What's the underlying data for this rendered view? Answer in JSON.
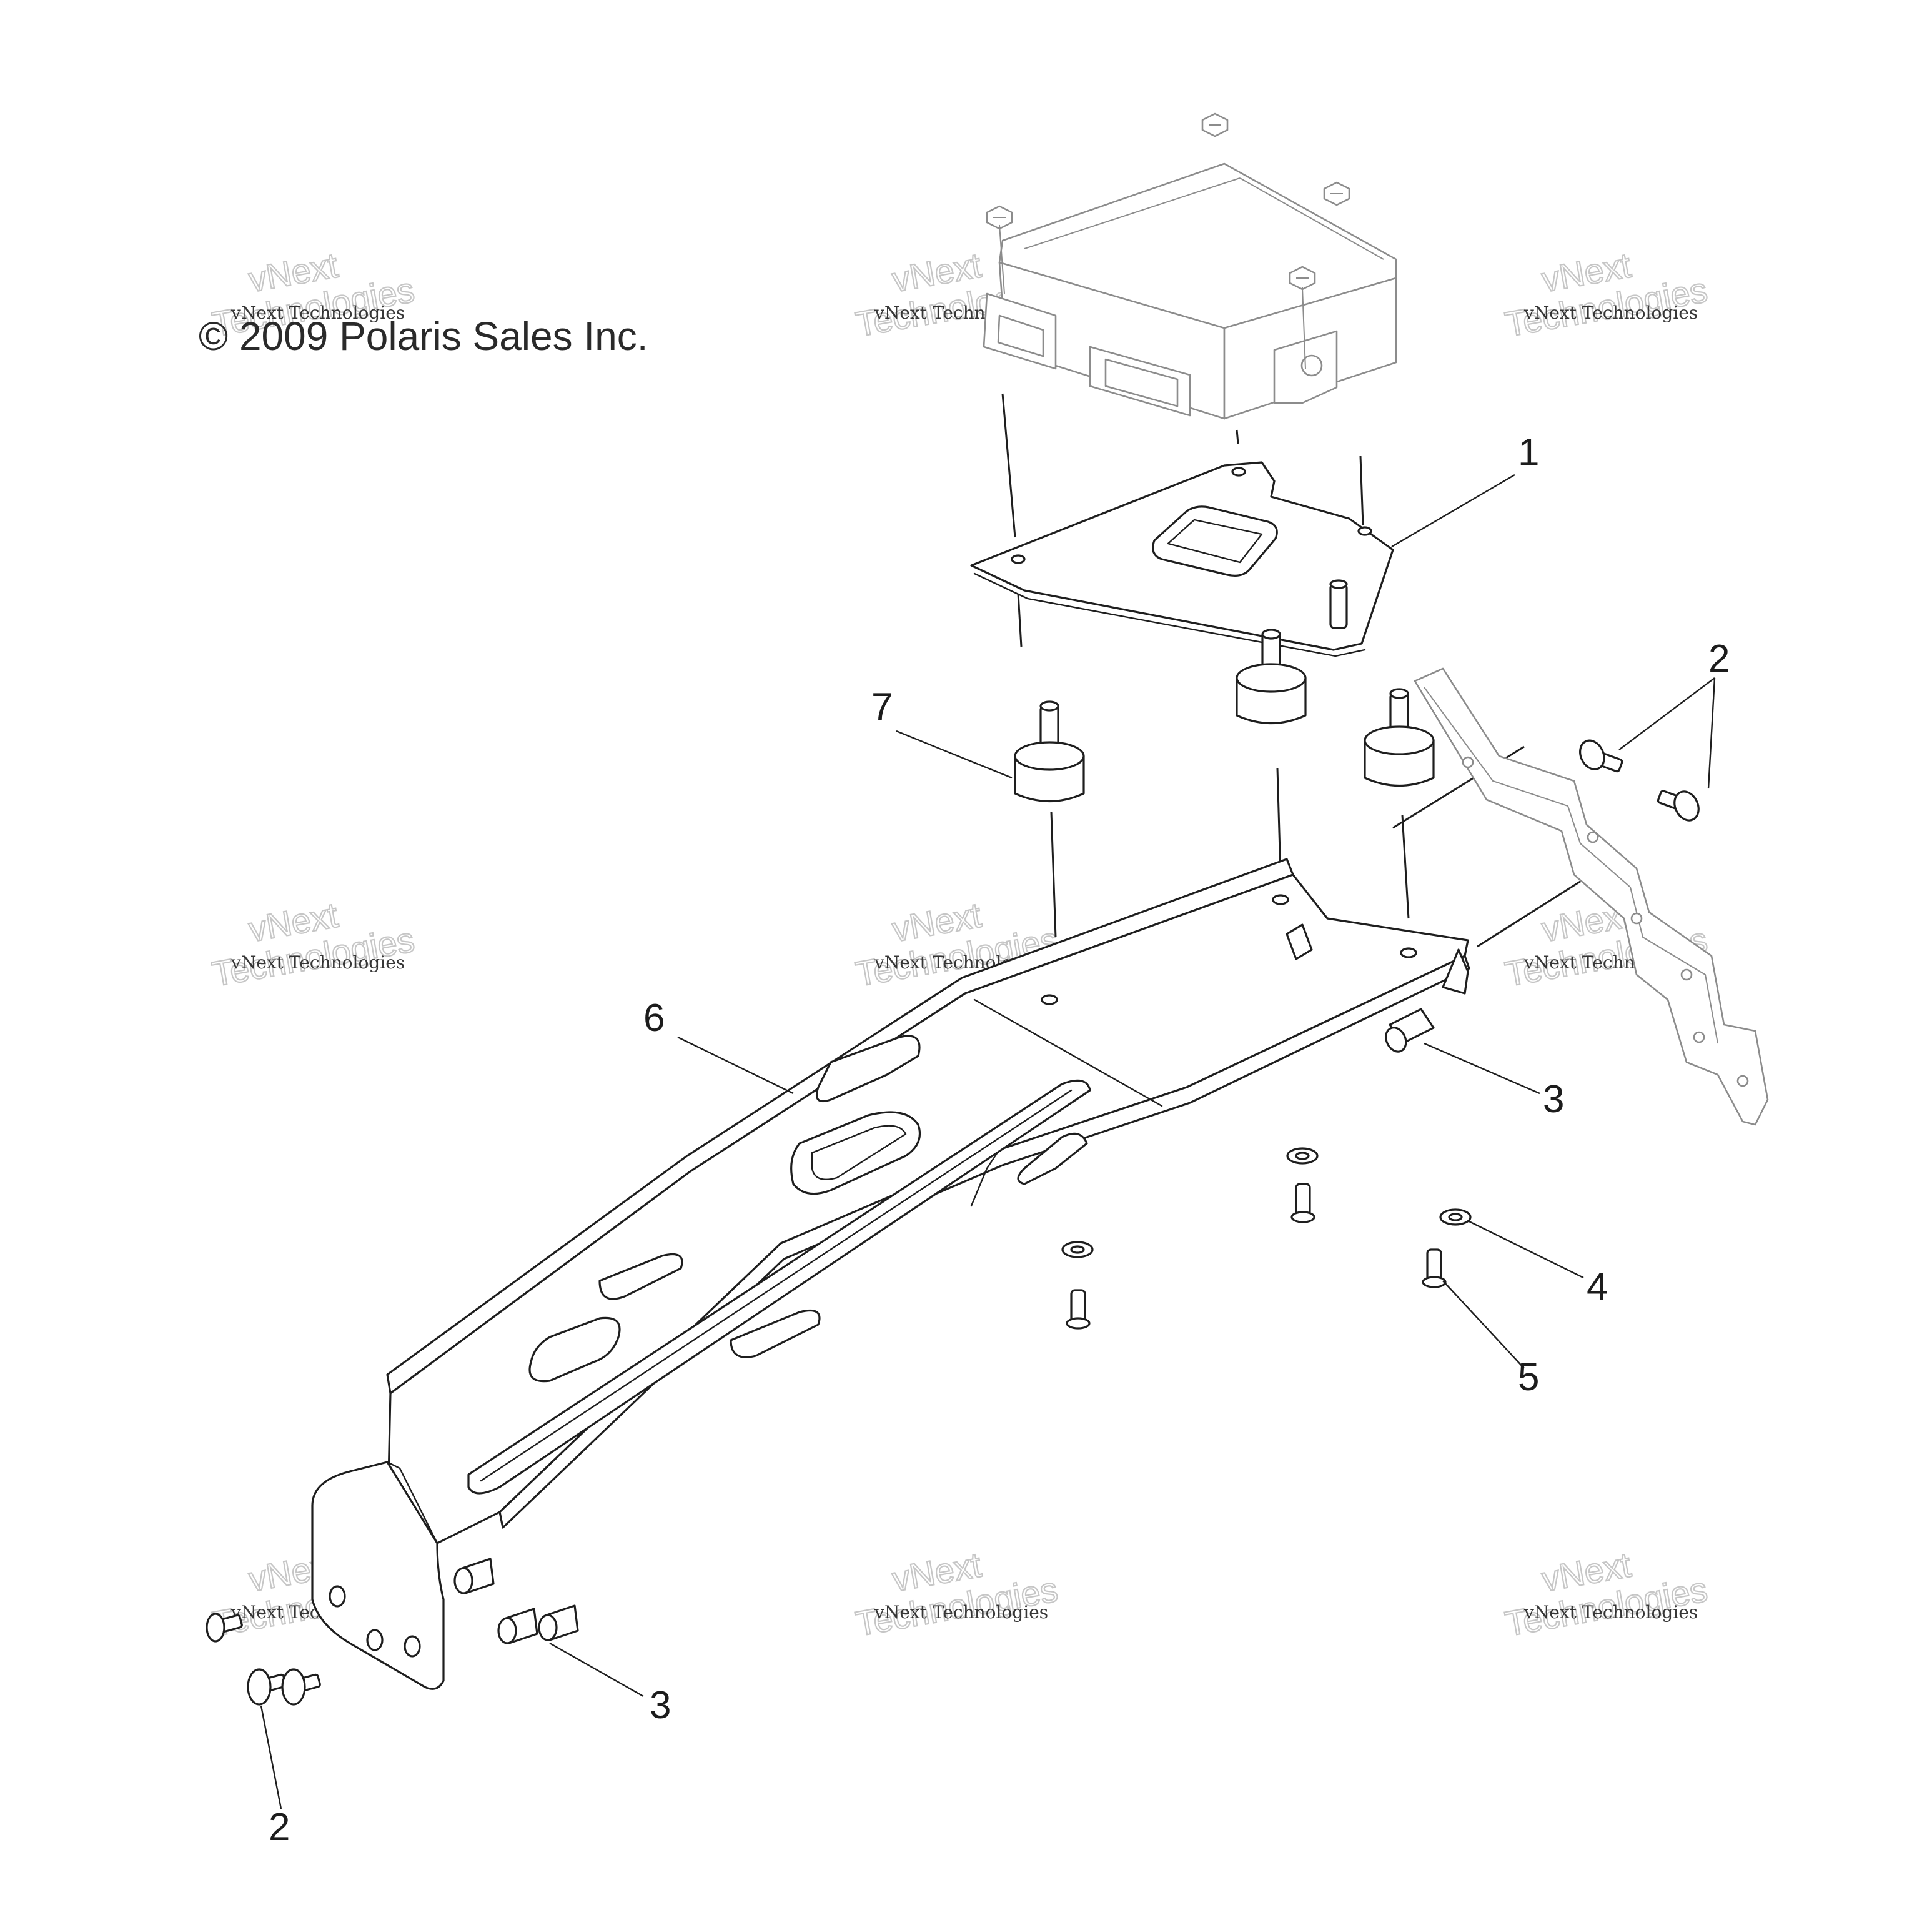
{
  "copyright": "© 2009 Polaris Sales Inc.",
  "watermark": {
    "line_small": "vNext Technologies",
    "line_big_1": "vNext",
    "line_big_2": "Technologies"
  },
  "callouts": {
    "c1": "1",
    "c2_top": "2",
    "c3_right": "3",
    "c4": "4",
    "c5": "5",
    "c6": "6",
    "c7": "7",
    "c3_bottom": "3",
    "c2_bottom": "2"
  },
  "parts": [
    {
      "number": "1",
      "name": "mounting-plate"
    },
    {
      "number": "2",
      "name": "screw"
    },
    {
      "number": "3",
      "name": "bushing"
    },
    {
      "number": "4",
      "name": "washer"
    },
    {
      "number": "5",
      "name": "rivet"
    },
    {
      "number": "6",
      "name": "bracket"
    },
    {
      "number": "7",
      "name": "rubber-isolator"
    }
  ],
  "colors": {
    "line": "#1e1e1e",
    "faded_part": "#8c8c8c",
    "watermark": "#bdbdbd",
    "background": "#ffffff"
  }
}
